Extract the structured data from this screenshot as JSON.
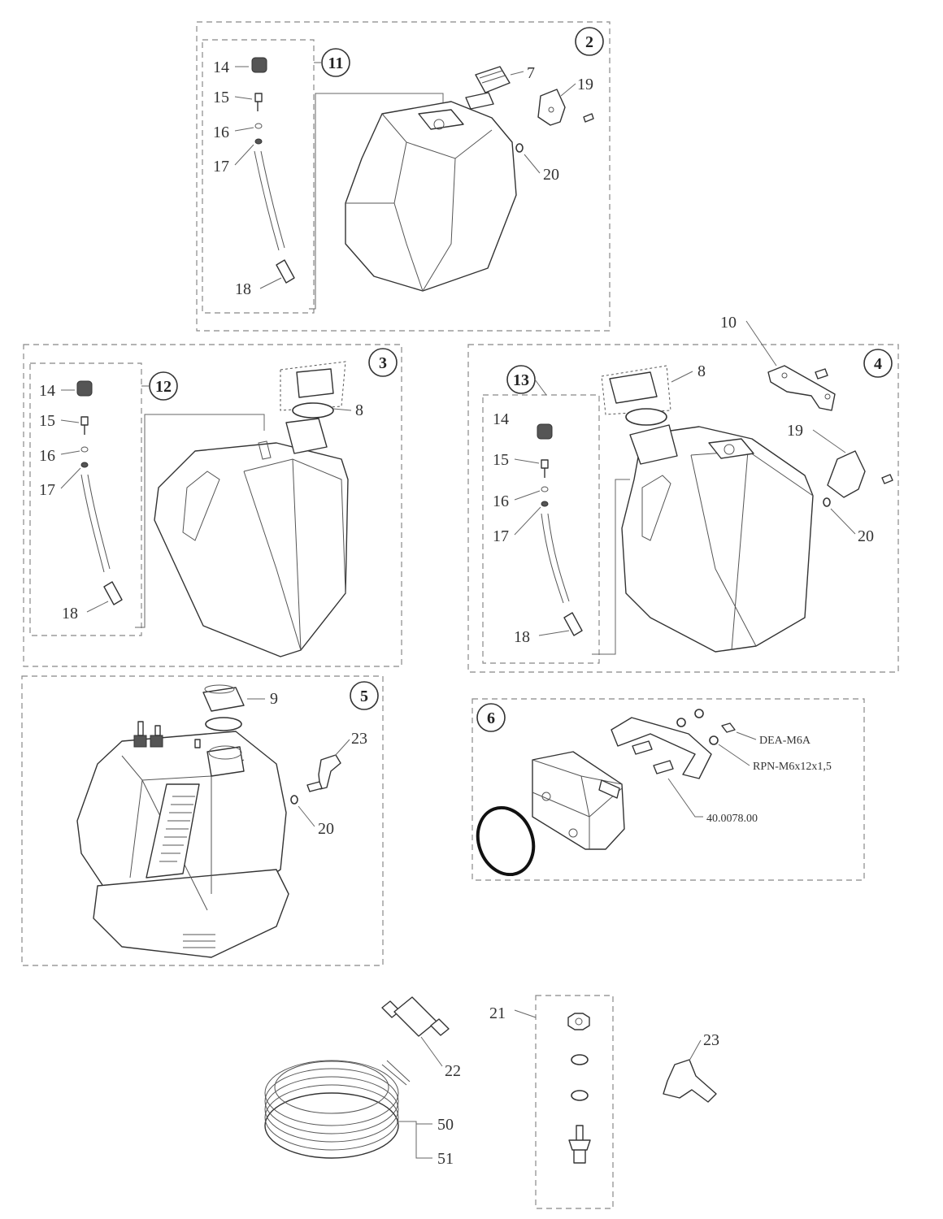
{
  "groups": {
    "g2": "2",
    "g3": "3",
    "g4": "4",
    "g5": "5",
    "g6": "6",
    "g11": "11",
    "g12": "12",
    "g13": "13"
  },
  "labels": {
    "p7": "7",
    "p8": "8",
    "p9": "9",
    "p10": "10",
    "p14": "14",
    "p15": "15",
    "p16": "16",
    "p17": "17",
    "p18": "18",
    "p19": "19",
    "p20": "20",
    "p21": "21",
    "p22": "22",
    "p23": "23",
    "p50": "50",
    "p51": "51"
  },
  "codes": {
    "nut": "DEA-M6A",
    "washer": "RPN-M6x12x1,5",
    "screw": "40.0078.00"
  }
}
